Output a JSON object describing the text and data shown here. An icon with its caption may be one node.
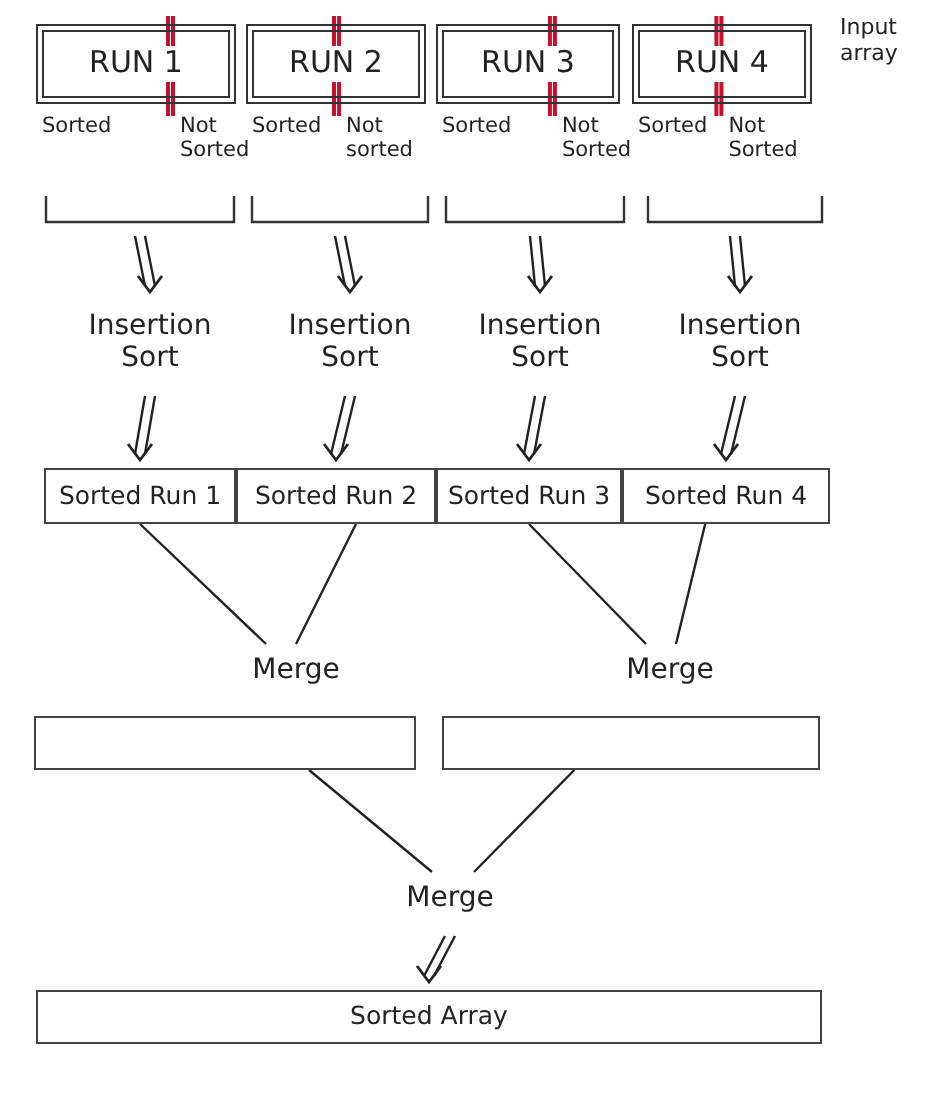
{
  "diagram": {
    "nodes": [
      {
        "text": [
          "RUN 1"
        ],
        "beside": [
          "Sorted",
          "Not Sorted"
        ]
      },
      {
        "text": [
          "RUN 2"
        ],
        "beside": [
          "Sorted",
          "Not sorted"
        ]
      },
      {
        "text": [
          "RUN 3"
        ],
        "beside": [
          "Sorted",
          "Not Sorted"
        ]
      },
      {
        "text": [
          "RUN 4"
        ],
        "beside": [
          "Sorted",
          "Not Sorted"
        ]
      },
      {
        "text": [],
        "shape": "bracket"
      },
      {
        "text": [],
        "shape": "bracket"
      },
      {
        "text": [],
        "shape": "bracket"
      },
      {
        "text": [],
        "shape": "bracket"
      },
      {
        "text": [
          "Insertion Sort"
        ]
      },
      {
        "text": [
          "Insertion Sort"
        ]
      },
      {
        "text": [
          "Insertion Sort"
        ]
      },
      {
        "text": [
          "Insertion Sort"
        ]
      },
      {
        "text": [
          "Sorted Run 1"
        ]
      },
      {
        "text": [
          "Sorted Run 2"
        ]
      },
      {
        "text": [
          "Sorted Run 3"
        ]
      },
      {
        "text": [
          "Sorted Run 4"
        ]
      },
      {
        "text": [
          "Merge"
        ]
      },
      {
        "text": [
          "Merge"
        ]
      },
      {
        "text": [],
        "shape": "box"
      },
      {
        "text": [],
        "shape": "box"
      },
      {
        "text": [
          "Merge"
        ]
      },
      {
        "text": [
          "Sorted Array"
        ]
      }
    ],
    "edges": [
      {
        "from": 4,
        "to": 8,
        "arrow": "to"
      },
      {
        "from": 5,
        "to": 9,
        "arrow": "to"
      },
      {
        "from": 6,
        "to": 10,
        "arrow": "to"
      },
      {
        "from": 7,
        "to": 11,
        "arrow": "to"
      },
      {
        "from": 8,
        "to": 12,
        "arrow": "to"
      },
      {
        "from": 9,
        "to": 13,
        "arrow": "to"
      },
      {
        "from": 10,
        "to": 14,
        "arrow": "to"
      },
      {
        "from": 11,
        "to": 15,
        "arrow": "to"
      },
      {
        "from": 12,
        "to": 16,
        "arrow": "none"
      },
      {
        "from": 13,
        "to": 16,
        "arrow": "none"
      },
      {
        "from": 14,
        "to": 17,
        "arrow": "none"
      },
      {
        "from": 15,
        "to": 17,
        "arrow": "none"
      },
      {
        "from": 18,
        "to": 20,
        "arrow": "none"
      },
      {
        "from": 19,
        "to": 20,
        "arrow": "none"
      },
      {
        "from": 20,
        "to": 21,
        "arrow": "to"
      }
    ],
    "labels": [
      "Input array"
    ]
  }
}
